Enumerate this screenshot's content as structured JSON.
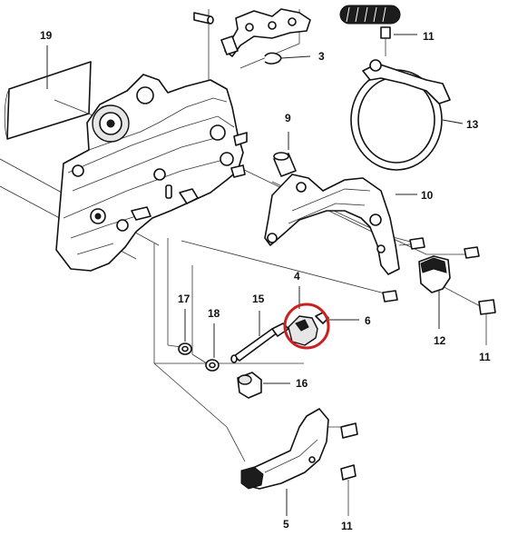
{
  "callouts": {
    "p19": "19",
    "p11_top": "11",
    "p3": "3",
    "p13": "13",
    "p9": "9",
    "p10": "10",
    "p4": "4",
    "p6": "6",
    "p17": "17",
    "p18": "18",
    "p15": "15",
    "p16": "16",
    "p12": "12",
    "p11_right": "11",
    "p5": "5",
    "p11_bottom": "11"
  },
  "highlight": {
    "color": "#cc1f1f",
    "encircles_part": "4"
  }
}
